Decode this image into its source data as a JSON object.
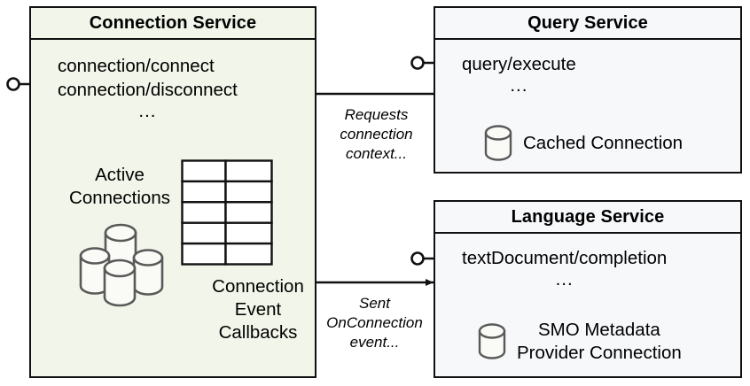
{
  "diagram": {
    "type": "uml-component-diagram",
    "background": "#FFFFFF"
  },
  "colors": {
    "connection_service_fill": "#F2F5E9",
    "service_fill": "#F7F8FA",
    "border": "#111111",
    "icon_stroke": "#595959",
    "icon_fill": "#FAFAF7"
  },
  "components": {
    "connection_service": {
      "title": "Connection Service",
      "operations": [
        "connection/connect",
        "connection/disconnect"
      ],
      "ellipsis": "...",
      "active_connections_label": "Active\nConnections",
      "callbacks_label": "Connection\nEvent\nCallbacks",
      "table": {
        "rows": 5,
        "cols": 2
      },
      "cylinder_count": 4,
      "provided_interface": "lollipop"
    },
    "query_service": {
      "title": "Query Service",
      "operations": [
        "query/execute"
      ],
      "ellipsis": "...",
      "resource_label": "Cached Connection",
      "provided_interface": "lollipop"
    },
    "language_service": {
      "title": "Language Service",
      "operations": [
        "textDocument/completion"
      ],
      "ellipsis": "...",
      "resource_label": "SMO Metadata\nProvider Connection",
      "provided_interface": "lollipop"
    }
  },
  "edges": [
    {
      "id": "requests-connection-context",
      "from": "query_service",
      "to": "connection_service",
      "label": "Requests\nconnection\ncontext...",
      "arrow": "left"
    },
    {
      "id": "sent-onconnection-event",
      "from": "connection_service",
      "to": "language_service",
      "label": "Sent\nOnConnection\nevent...",
      "arrow": "right"
    }
  ]
}
